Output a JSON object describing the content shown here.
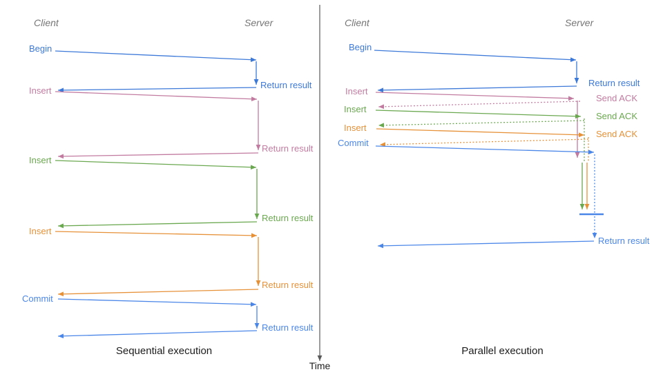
{
  "palette": {
    "blue": "#3b78d8",
    "pink": "#c27ba0",
    "green": "#6aa84f",
    "orange": "#e69138",
    "commit": "#4a86e8",
    "axis": "#595959",
    "header_gray": "#757575",
    "title_black": "#1c1c1c"
  },
  "headers": {
    "client": "Client",
    "server": "Server"
  },
  "time_axis": {
    "label": "Time"
  },
  "sequential": {
    "title": "Sequential execution",
    "operations": [
      {
        "label": "Begin",
        "color": "#3b78d8",
        "response": "Return result"
      },
      {
        "label": "Insert",
        "color": "#c27ba0",
        "response": "Return result"
      },
      {
        "label": "Insert",
        "color": "#6aa84f",
        "response": "Return result"
      },
      {
        "label": "Insert",
        "color": "#e69138",
        "response": "Return result"
      },
      {
        "label": "Commit",
        "color": "#4a86e8",
        "response": "Return result"
      }
    ]
  },
  "parallel": {
    "title": "Parallel execution",
    "operations": [
      {
        "label": "Begin",
        "color": "#3b78d8",
        "response": "Return result"
      },
      {
        "label": "Insert",
        "color": "#c27ba0",
        "response": "Send ACK"
      },
      {
        "label": "Insert",
        "color": "#6aa84f",
        "response": "Send ACK"
      },
      {
        "label": "Insert",
        "color": "#e69138",
        "response": "Send ACK"
      },
      {
        "label": "Commit",
        "color": "#4a86e8",
        "response": "Return result"
      }
    ]
  }
}
